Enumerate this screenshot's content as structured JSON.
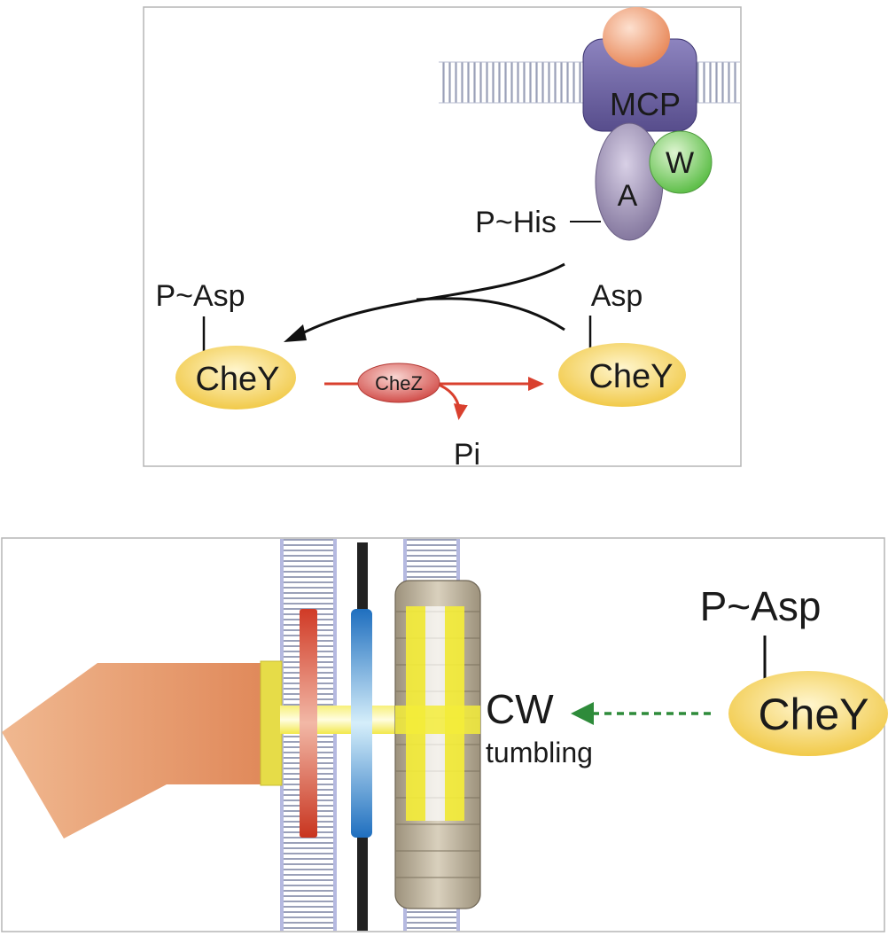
{
  "top_panel": {
    "mcp_label": "MCP",
    "chea_label": "A",
    "chew_label": "W",
    "phis_label": "P~His",
    "pasp_label": "P~Asp",
    "asp_label": "Asp",
    "chey_left_label": "CheY",
    "chey_right_label": "CheY",
    "chez_label": "CheZ",
    "pi_label": "Pi"
  },
  "bottom_panel": {
    "pasp_label": "P~Asp",
    "chey_label": "CheY",
    "cw_label": "CW",
    "tumbling_label": "tumbling"
  },
  "colors": {
    "mcp": "#6f64a3",
    "ligand": "#f0a77f",
    "chew": "#7fcf6a",
    "chea": "#9a8db3",
    "chey": "#f3d35a",
    "chez": "#d9534f",
    "dephos_arrow": "#d9402e",
    "signal_arrow": "#2e8b3a",
    "ring_red": "#d24a2e",
    "ring_blue": "#2f7fc4",
    "rod": "#f4ee5a",
    "hook": "#e8a070",
    "stator": "#b7ac97"
  }
}
